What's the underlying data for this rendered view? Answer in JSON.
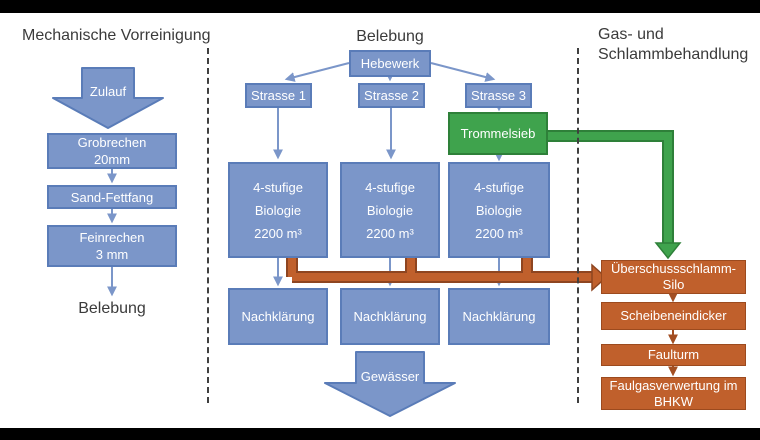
{
  "sections": {
    "mechanical": {
      "title": "Mechanische Vorreinigung",
      "zulauf_label": "Zulauf",
      "grobrechen": {
        "line1": "Grobrechen",
        "line2": "20mm"
      },
      "sand_fettfang": "Sand-Fettfang",
      "feinrechen": {
        "line1": "Feinrechen",
        "line2": "3 mm"
      },
      "outflow_label": "Belebung"
    },
    "belebung": {
      "title": "Belebung",
      "hebewerk": "Hebewerk",
      "strassen": [
        "Strasse 1",
        "Strasse 2",
        "Strasse 3"
      ],
      "trommelsieb": "Trommelsieb",
      "biologie": [
        {
          "line1": "4-stufige",
          "line2": "Biologie",
          "line3": "2200 m³"
        },
        {
          "line1": "4-stufige",
          "line2": "Biologie",
          "line3": "2200 m³"
        },
        {
          "line1": "4-stufige",
          "line2": "Biologie",
          "line3": "2200 m³"
        }
      ],
      "nachklaerung": [
        "Nachklärung",
        "Nachklärung",
        "Nachklärung"
      ],
      "gewaesser_label": "Gewässer"
    },
    "gas_sludge": {
      "title_line1": "Gas- und",
      "title_line2": "Schlammbehandlung",
      "silo": {
        "line1": "Überschussschlamm-",
        "line2": "Silo"
      },
      "scheibeneindicker": "Scheibeneindicker",
      "faulturm": "Faulturm",
      "faulgas": {
        "line1": "Faulgasverwertung im",
        "line2": "BHKW"
      }
    }
  },
  "colors": {
    "process_blue": "#7b96c9",
    "process_blue_border": "#5a7cb8",
    "sieve_green": "#3fa34d",
    "sieve_green_border": "#2e8039",
    "sludge_orange": "#c0602c",
    "sludge_orange_border": "#9c4a1e",
    "connector_orange": "#a34e22",
    "text_dark": "#3b3b3b"
  }
}
